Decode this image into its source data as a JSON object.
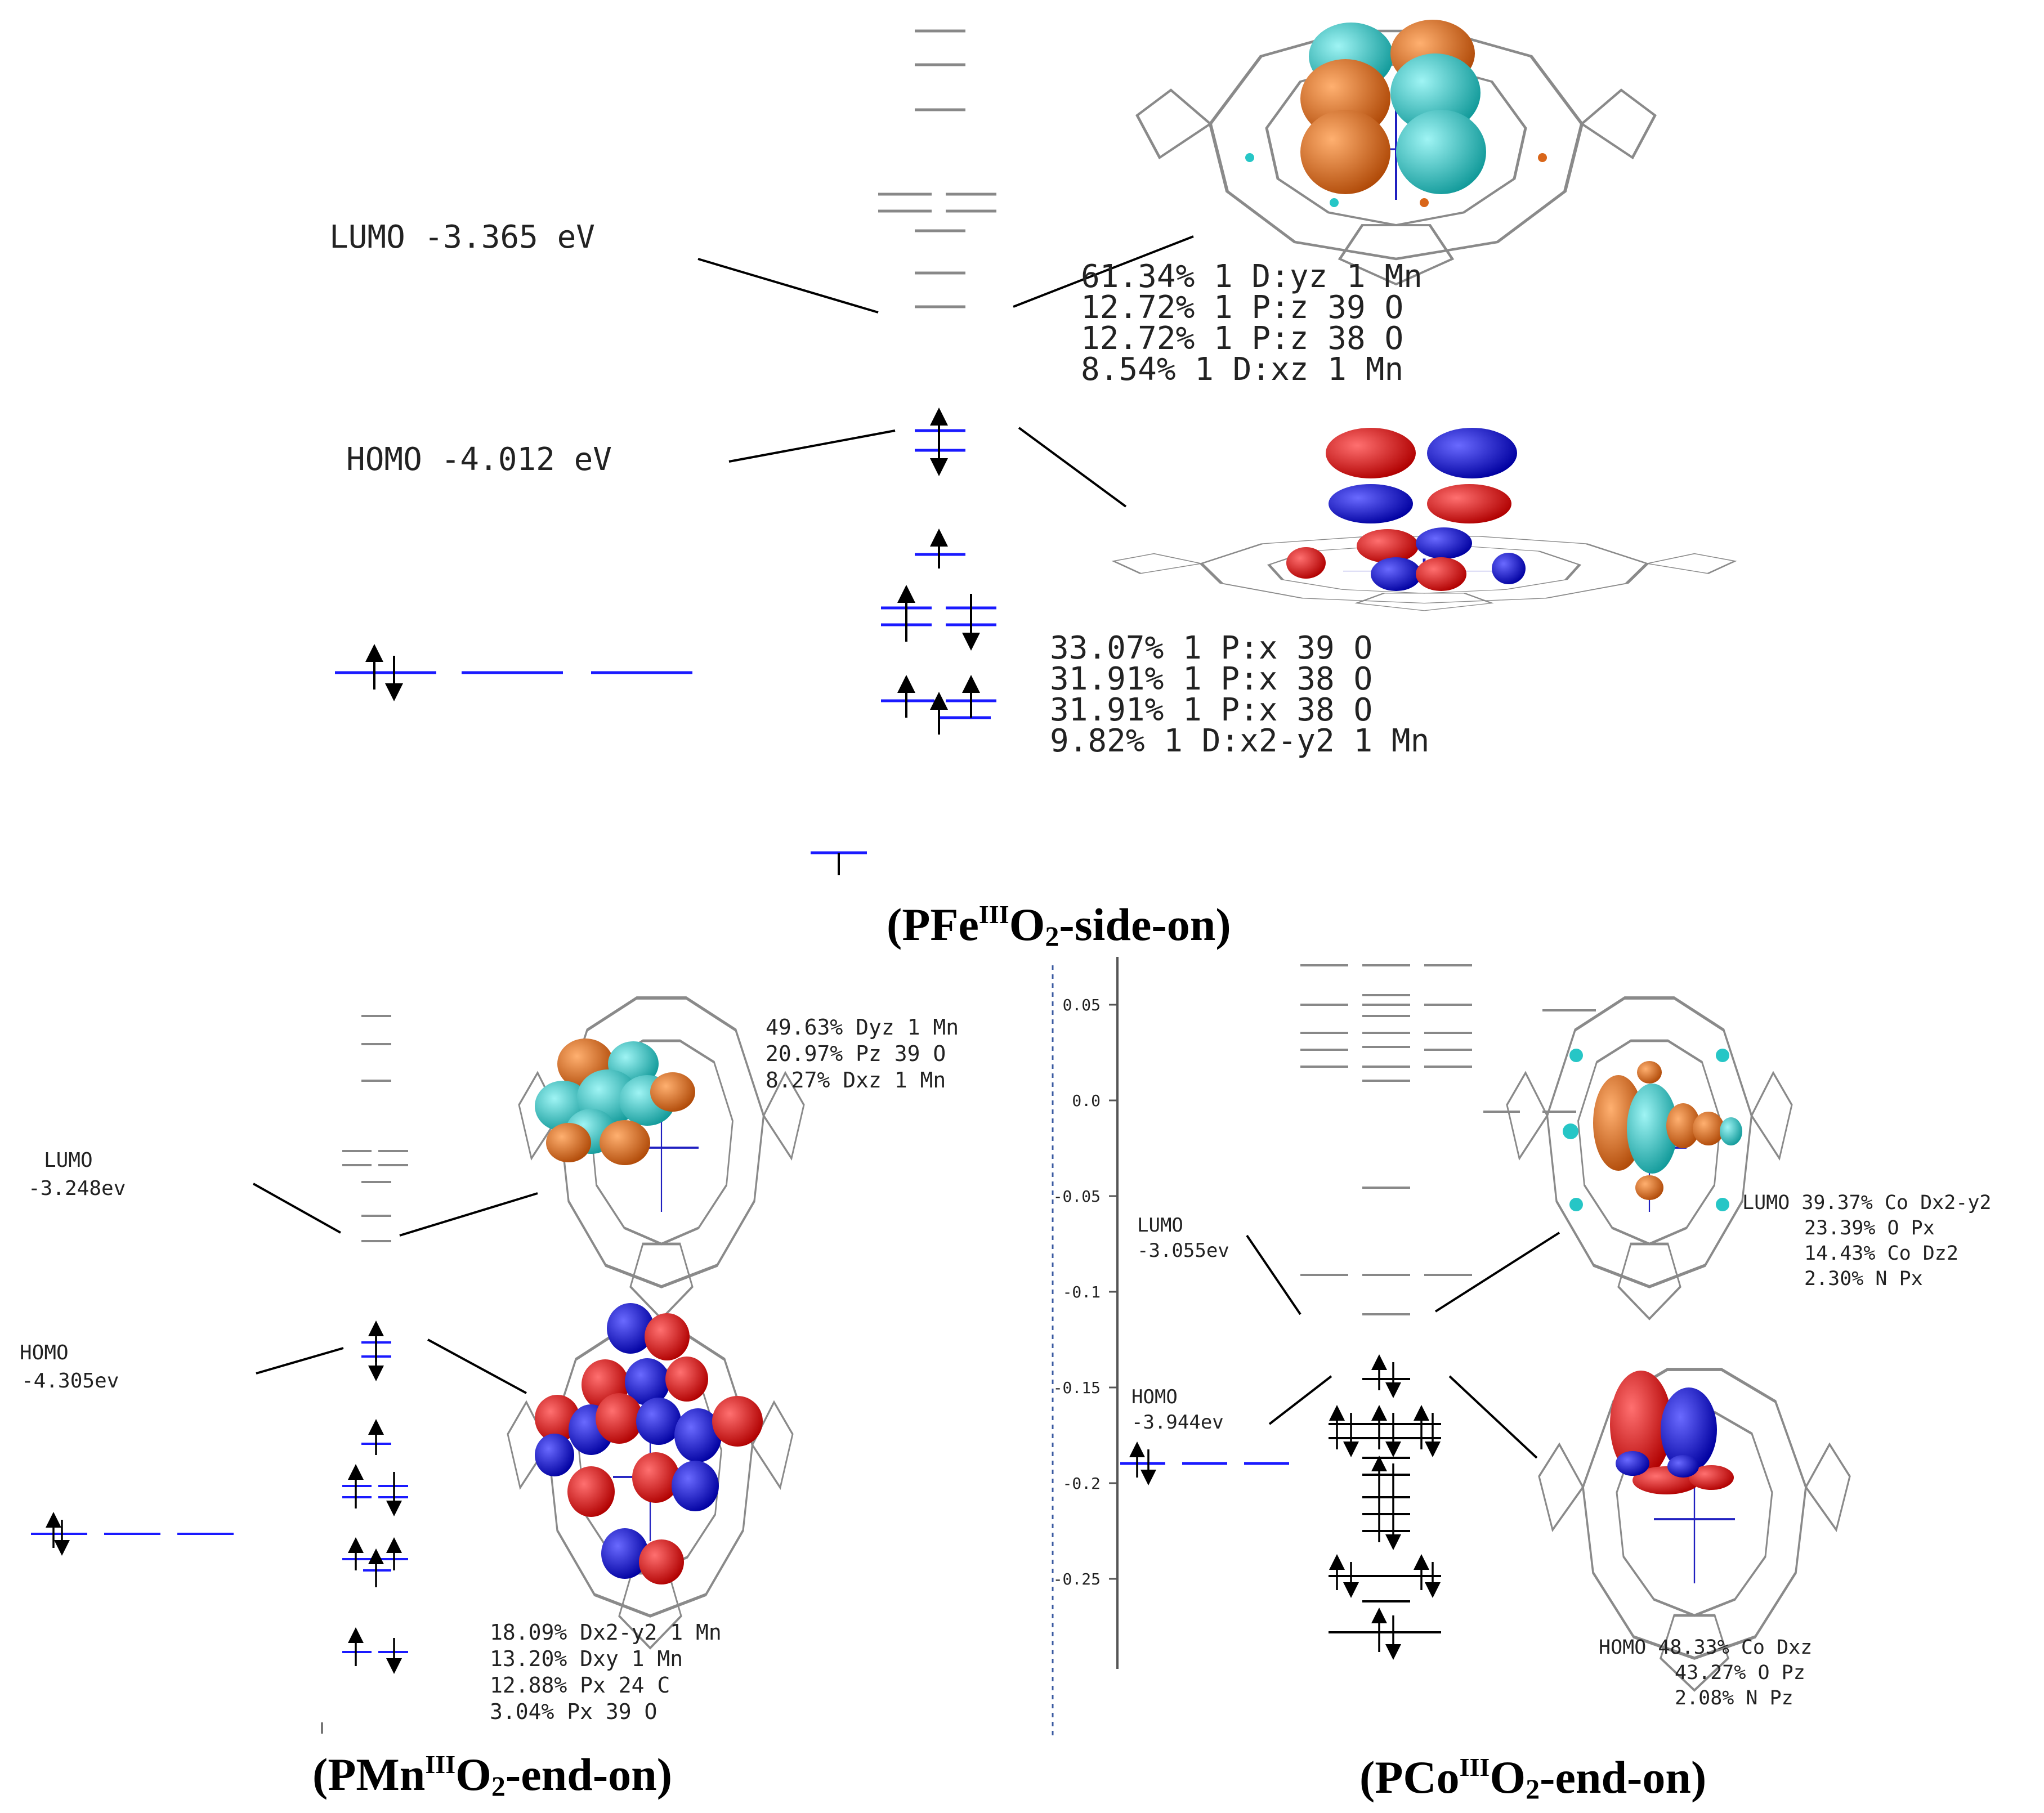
{
  "panels": {
    "fe": {
      "caption_open": "(",
      "caption_main": "PFe",
      "caption_sup": "III",
      "caption_o": "O",
      "caption_sub": "2",
      "caption_tail": "-side-on",
      "caption_close": ")",
      "lumo_label": "LUMO -3.365 eV",
      "homo_label": "HOMO -4.012 eV",
      "lumo_comp": [
        "61.34% 1 D:yz  1 Mn",
        "12.72% 1 P:z   39 O",
        "12.72% 1 P:z   38 O",
        "8.54%  1 D:xz  1 Mn"
      ],
      "homo_comp": [
        "33.07%  1 P:x  39 O",
        "31.91%  1 P:x  38 O",
        "31.91%  1 P:x  38 O",
        "9.82%   1 D:x2-y2 1 Mn"
      ]
    },
    "mn": {
      "caption_open": "(",
      "caption_main": "PMn",
      "caption_sup": "III",
      "caption_o": "O",
      "caption_sub": "2",
      "caption_tail": "-end-on",
      "caption_close": ")",
      "lumo_label_1": "LUMO",
      "lumo_label_2": "-3.248ev",
      "homo_label_1": "HOMO",
      "homo_label_2": "-4.305ev",
      "lumo_comp": [
        "49.63% Dyz  1 Mn",
        "20.97% Pz   39 O",
        "8.27%  Dxz  1 Mn"
      ],
      "homo_comp": [
        "18.09%    Dx2-y2  1 Mn",
        "13.20%    Dxy     1 Mn",
        "12.88%    Px      24 C",
        "3.04%     Px      39 O"
      ]
    },
    "co": {
      "caption_open": "(",
      "caption_main": "PCo",
      "caption_sup": "III",
      "caption_o": "O",
      "caption_sub": "2",
      "caption_tail": "-end-on",
      "caption_close": ")",
      "lumo_label_1": "LUMO",
      "lumo_label_2": "-3.055ev",
      "homo_label_1": "HOMO",
      "homo_label_2": "-3.944ev",
      "lumo_comp": [
        "LUMO 39.37%  Co  Dx2-y2",
        "23.39%  O   Px",
        "14.43%  Co  Dz2",
        "2.30%   N   Px"
      ],
      "homo_comp": [
        "HOMO  48.33%  Co  Dxz",
        "43.27%  O   Pz",
        "2.08%   N   Pz"
      ],
      "axis_ticks": [
        "0.05",
        "0.0",
        "-0.05",
        "-0.1",
        "-0.15",
        "-0.2",
        "-0.25"
      ]
    }
  },
  "colors": {
    "occupied_level": "#1a1aff",
    "virtual_level": "#888888",
    "lobe_orange": "#d9661a",
    "lobe_cyan": "#26c6c6",
    "lobe_red": "#e01010",
    "lobe_blue": "#1010c8",
    "porphyrin": "#8a8a8a"
  }
}
